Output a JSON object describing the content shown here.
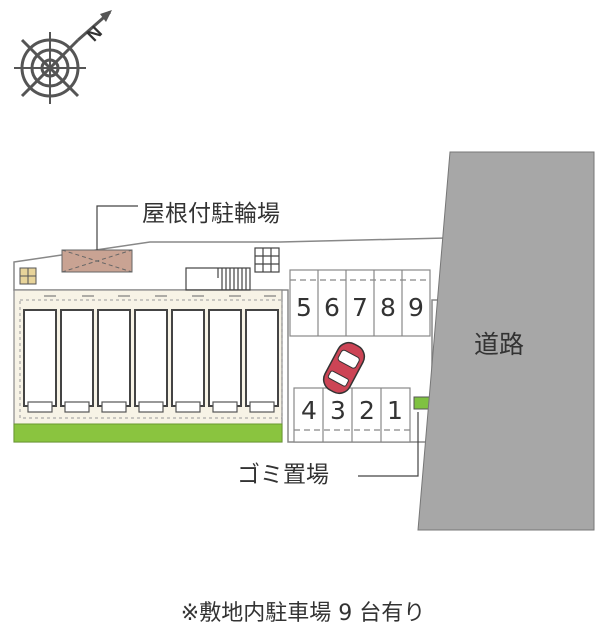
{
  "compass": {
    "north_label": "N"
  },
  "labels": {
    "roofed_bicycle_parking": "屋根付駐輪場",
    "road": "道路",
    "garbage_area": "ゴミ置場"
  },
  "parking_slots": {
    "upper_row": [
      "5",
      "6",
      "7",
      "8",
      "9"
    ],
    "lower_row": [
      "4",
      "3",
      "2",
      "1"
    ]
  },
  "caption": "※敷地内駐車場 9 台有り",
  "colors": {
    "road": "#a7a7a7",
    "grass_strip": "#8ac43f",
    "garbage_box": "#7fc241",
    "bicycle_roof": "#c9a393",
    "car": "#cc4455",
    "site_outline": "#888888"
  }
}
